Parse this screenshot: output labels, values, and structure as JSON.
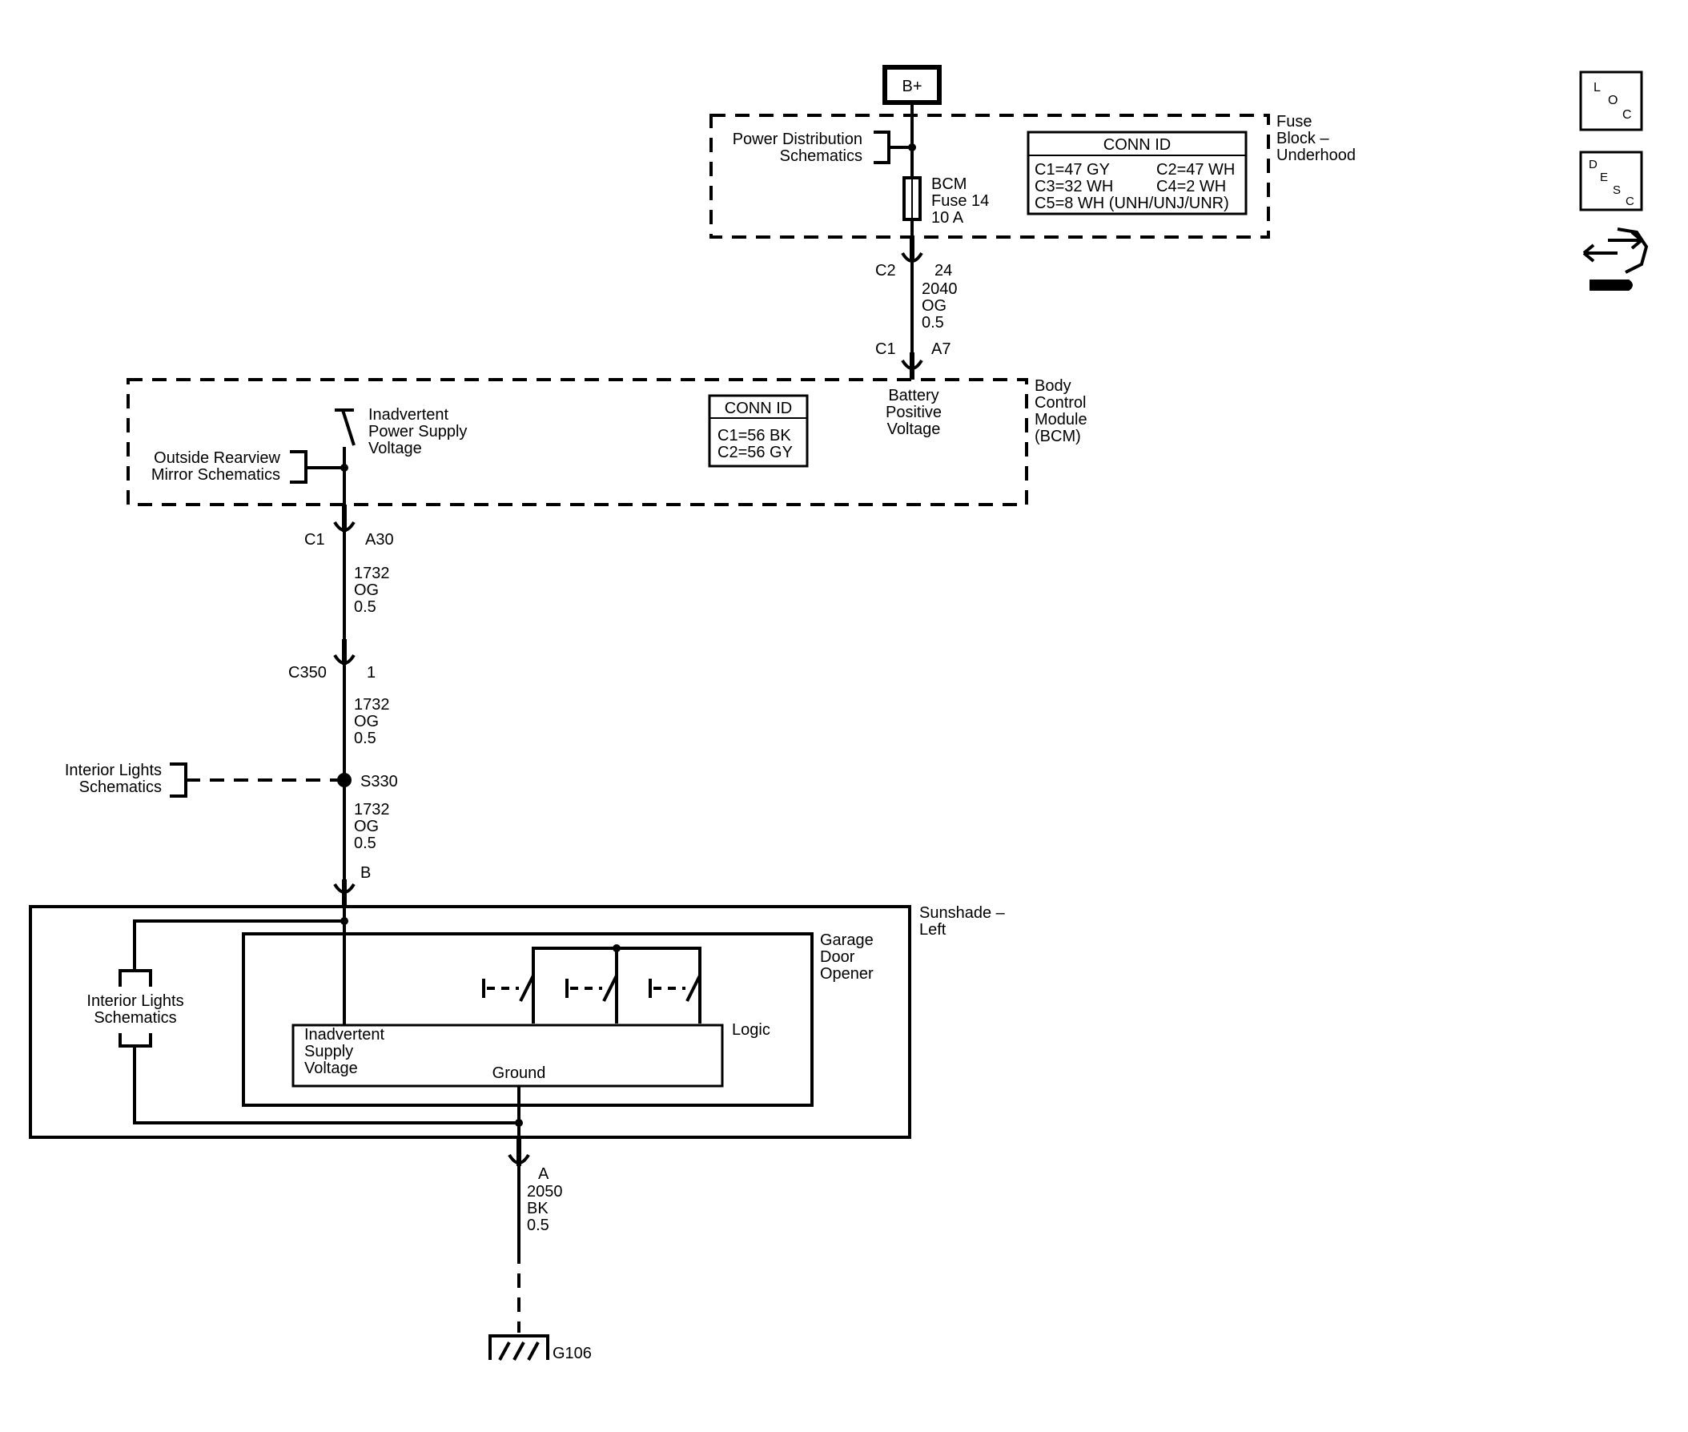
{
  "power": {
    "source": "B+"
  },
  "fuse_block": {
    "name": [
      "Fuse",
      "Block –",
      "Underhood"
    ],
    "pds_ref": [
      "Power Distribution",
      "Schematics"
    ],
    "fuse": [
      "BCM",
      "Fuse 14",
      "10 A"
    ],
    "conn_id": {
      "title": "CONN ID",
      "rows": [
        [
          "C1=47 GY",
          "C2=47 WH"
        ],
        [
          "C3=32 WH",
          "C4=2 WH"
        ],
        [
          "C5=8 WH (UNH/UNJ/UNR)",
          ""
        ]
      ]
    }
  },
  "wire_2040": {
    "conn_top": "C2",
    "pin_top": "24",
    "circuit": "2040",
    "color": "OG",
    "gauge": "0.5",
    "conn_bottom": "C1",
    "pin_bottom": "A7"
  },
  "bcm": {
    "name": [
      "Body",
      "Control",
      "Module",
      "(BCM)"
    ],
    "input": [
      "Battery",
      "Positive",
      "Voltage"
    ],
    "output": [
      "Inadvertent",
      "Power Supply",
      "Voltage"
    ],
    "mirror_ref": [
      "Outside Rearview",
      "Mirror Schematics"
    ],
    "conn_id": {
      "title": "CONN ID",
      "rows": [
        "C1=56 BK",
        "C2=56 GY"
      ]
    }
  },
  "wire_1732_a": {
    "conn": "C1",
    "pin": "A30",
    "circuit": "1732",
    "color": "OG",
    "gauge": "0.5"
  },
  "wire_1732_b": {
    "conn": "C350",
    "pin": "1",
    "circuit": "1732",
    "color": "OG",
    "gauge": "0.5"
  },
  "splice": {
    "id": "S330",
    "ref": [
      "Interior Lights",
      "Schematics"
    ],
    "circuit": "1732",
    "color": "OG",
    "gauge": "0.5",
    "pin": "B"
  },
  "sunshade": {
    "name": [
      "Sunshade –",
      "Left"
    ],
    "lights_ref": [
      "Interior Lights",
      "Schematics"
    ],
    "gdo": [
      "Garage",
      "Door",
      "Opener"
    ],
    "logic": "Logic",
    "supply": [
      "Inadvertent",
      "Supply",
      "Voltage"
    ],
    "ground_label": "Ground"
  },
  "ground_wire": {
    "pin": "A",
    "circuit": "2050",
    "color": "BK",
    "gauge": "0.5",
    "ground": "G106"
  },
  "nav": {
    "loc": [
      "L",
      "O",
      "C"
    ],
    "desc": [
      "D",
      "E",
      "S",
      "C"
    ],
    "icons": [
      "loc-icon",
      "desc-icon",
      "connector-tool-icon"
    ]
  }
}
